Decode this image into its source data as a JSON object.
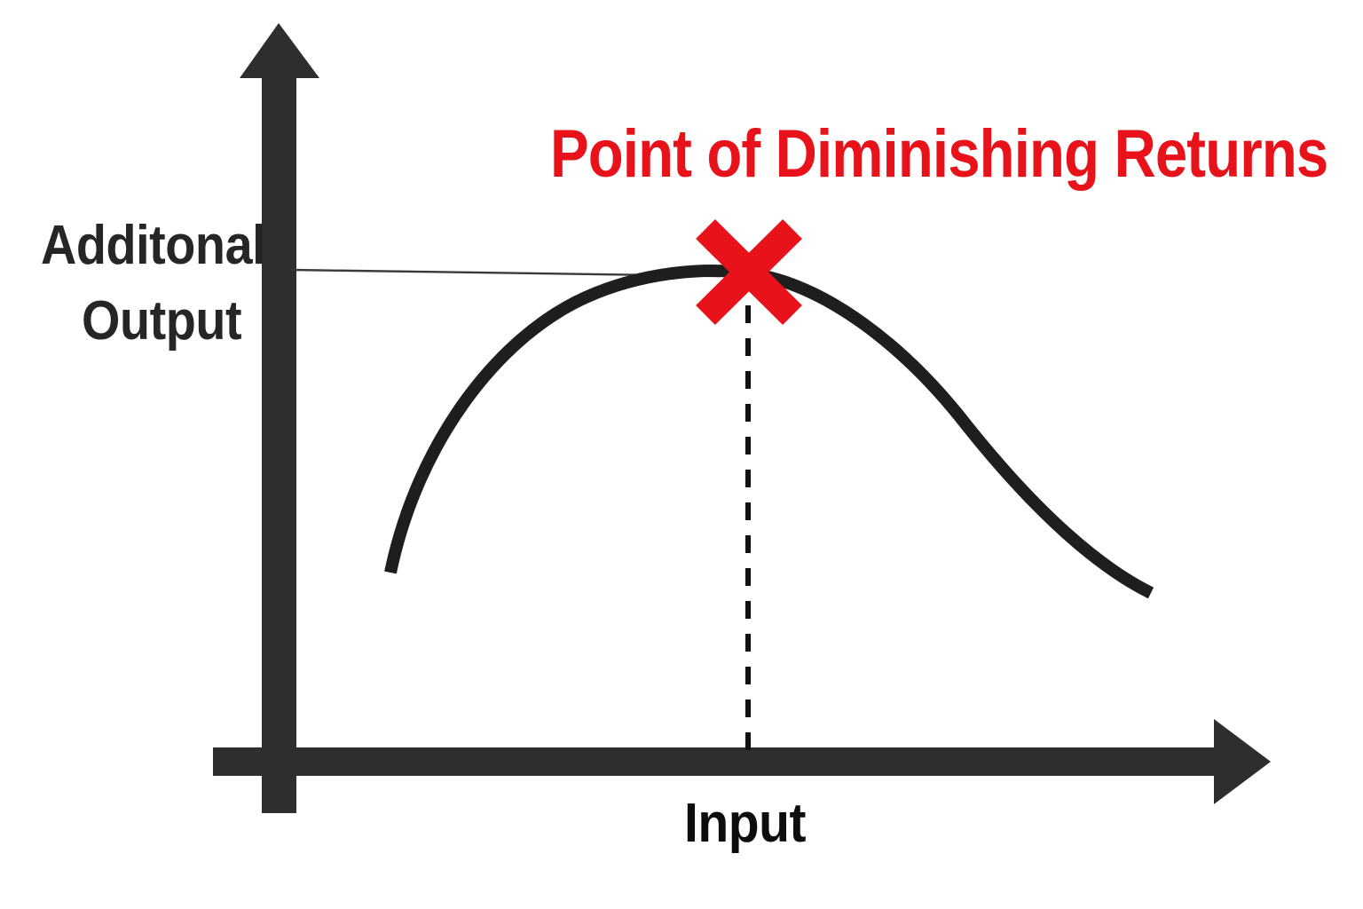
{
  "chart_data": {
    "type": "line",
    "title": "Point of Diminishing Returns",
    "subtitle": "",
    "xlabel": "Input",
    "ylabel_line1": "Additonal",
    "ylabel_line2": "Output",
    "ylabel_full": "Additonal Output",
    "grid": false,
    "legend": "none",
    "axis_ticks": "none",
    "xlim": [
      0,
      100
    ],
    "ylim": [
      0,
      100
    ],
    "x": [
      8,
      14,
      20,
      26,
      32,
      37,
      43,
      48,
      54,
      60,
      66,
      72,
      78,
      84,
      90,
      96,
      100
    ],
    "y": [
      39,
      56,
      68,
      77,
      84,
      89,
      93,
      95,
      96,
      95,
      93,
      89,
      84,
      77,
      68,
      56,
      45
    ],
    "series": [
      {
        "name": "Additional output curve",
        "values": [
          39,
          56,
          68,
          77,
          84,
          89,
          93,
          95,
          96,
          95,
          93,
          89,
          84,
          77,
          68,
          56,
          45
        ],
        "color": "#1E1E1E",
        "stroke_width": 14
      }
    ],
    "annotations": [
      {
        "name": "peak-marker",
        "label": "Point of Diminishing Returns",
        "marker": "red-x",
        "color": "#E8121A",
        "x": 54,
        "y": 96
      },
      {
        "name": "peak-dropline",
        "style": "dashed-vertical",
        "color": "#111111",
        "from_x": 54,
        "from_y": 92,
        "to_y": 0
      },
      {
        "name": "peak-levelline",
        "style": "thin-horizontal",
        "color": "#444444",
        "from_x": 0,
        "to_x": 50,
        "y": 96
      }
    ],
    "axes": {
      "x_axis_color": "#2E2E2E",
      "y_axis_color": "#2E2E2E",
      "x_axis_arrow": true,
      "y_axis_arrow": true
    }
  },
  "colors": {
    "accent_red": "#E8121A",
    "axis_dark": "#2E2E2E",
    "curve_black": "#1E1E1E",
    "background": "#FFFFFF"
  },
  "icons": {
    "x_marker": "red-x-icon",
    "up_arrow": "axis-arrow-up-icon",
    "right_arrow": "axis-arrow-right-icon"
  }
}
